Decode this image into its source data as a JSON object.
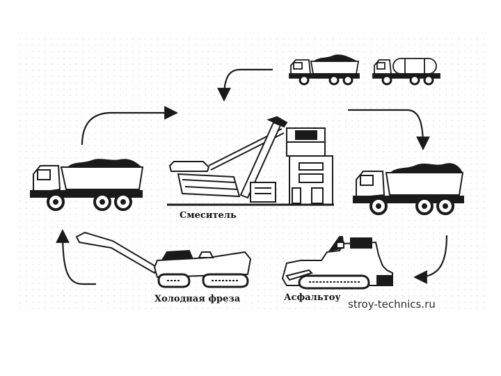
{
  "labels": {
    "mixer": "Смеситель",
    "cold_mill": "Холодная фреза",
    "paver": "Асфальтоу"
  },
  "watermark": "stroy-technics.ru",
  "colors": {
    "ink": "#1a1a1a",
    "paper": "#ffffff",
    "dots": "#cfcfcf"
  },
  "icons": [
    "dump-truck-icon",
    "tanker-truck-icon",
    "asphalt-plant-icon",
    "cold-milling-machine-icon",
    "asphalt-paver-icon",
    "cycle-arrow-icon"
  ]
}
